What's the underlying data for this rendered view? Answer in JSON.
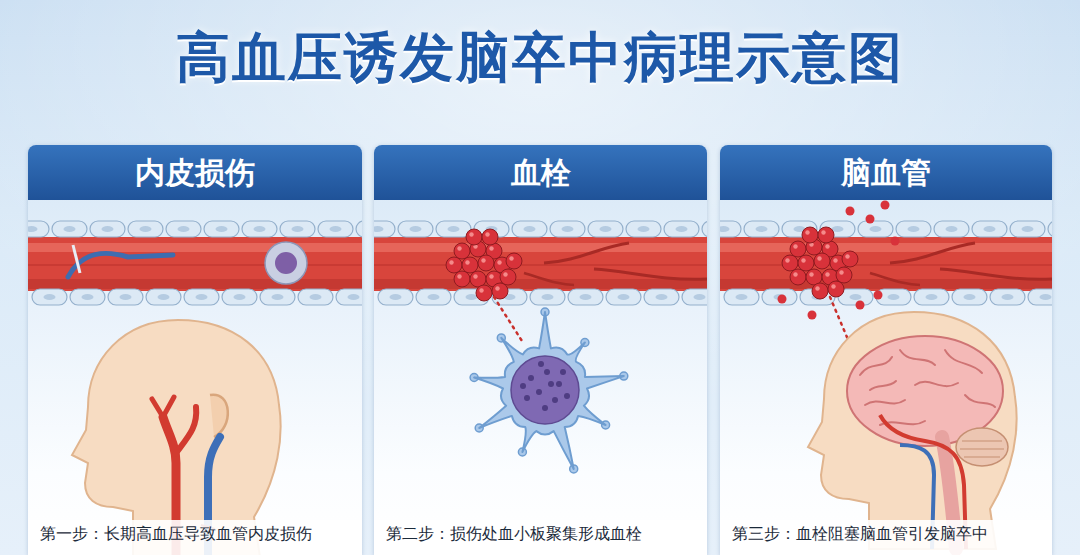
{
  "diagram": {
    "title": "高血压诱发脑卒中病理示意图",
    "nodes": [
      {
        "text": [
          "内皮损伤",
          "第一步：长期高血压导致血管内皮损伤"
        ]
      },
      {
        "text": [
          "血栓",
          "第二步：损伤处血小板聚集形成血栓"
        ]
      },
      {
        "text": [
          "脑血管",
          "第三步：血栓阻塞脑血管引发脑卒中"
        ]
      }
    ]
  }
}
